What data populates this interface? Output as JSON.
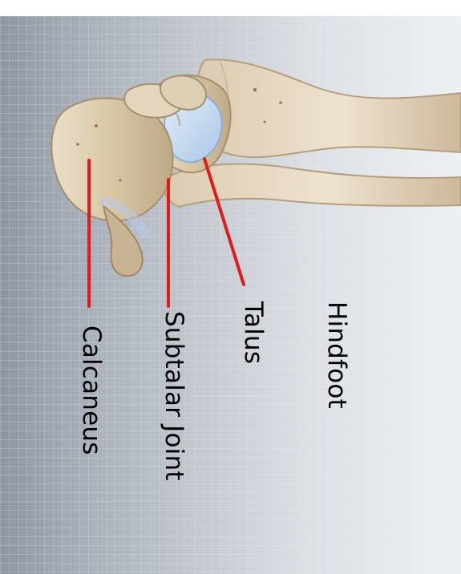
{
  "labels": {
    "calcaneus": "Calcaneus",
    "subtalar_joint": "Subtalar Joint",
    "talus": "Talus",
    "hindfoot": "Hindfoot"
  },
  "colors": {
    "background_left": "#8d97a2",
    "background_right": "#edf0f4",
    "leader_line": "#e01b1b",
    "bone_light": "#e5d7bb",
    "bone_mid": "#d4c19b",
    "bone_shadow": "#9b8767",
    "cartilage_blue": "#b9d2ec"
  }
}
